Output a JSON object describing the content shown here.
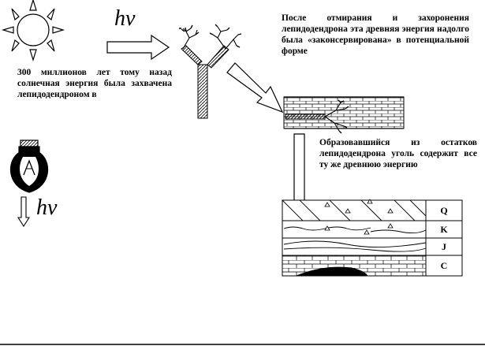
{
  "texts": {
    "sunlight_caption": "300 миллионов лет тому назад солнечная энергия была захвачена лепидодендроном в",
    "burial_caption": "После отмирания и захоронения лепидодендрона эта древняя энергия надолго была «законсервирована» в потенциальной форме",
    "coal_caption": "Образовавшийся из остатков лепидодендрона уголь содержит все ту же древнюю энергию",
    "hv_top": "hv",
    "hv_bottom": "hv"
  },
  "strata_labels": [
    "Q",
    "K",
    "J",
    "C"
  ]
}
